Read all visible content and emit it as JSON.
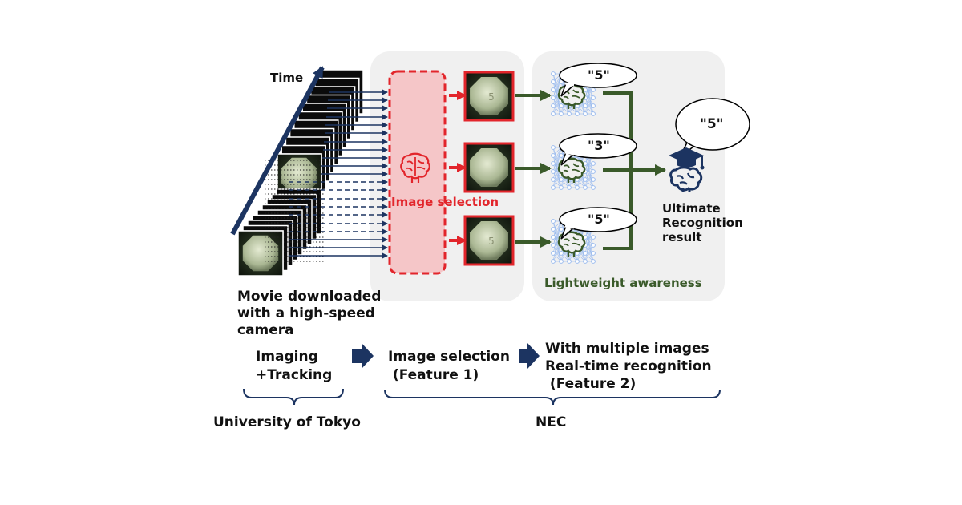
{
  "labels": {
    "time": "Time",
    "camera_caption_1": "Movie downloaded",
    "camera_caption_2": "with a high-speed",
    "camera_caption_3": "camera",
    "image_selection_box": "Image selection",
    "lightweight_awareness": "Lightweight awareness",
    "ultimate_1": "Ultimate",
    "ultimate_2": "Recognition",
    "ultimate_3": "result"
  },
  "speech_bubbles": [
    "\"5\"",
    "\"3\"",
    "\"5\""
  ],
  "final_result": "\"5\"",
  "die_face_numbers": [
    "5",
    "",
    "5"
  ],
  "steps": [
    {
      "line1": "Imaging",
      "line2": "+Tracking"
    },
    {
      "line1": "Image selection",
      "line2": " (Feature 1)"
    },
    {
      "line1": "With multiple images",
      "line2": "Real-time recognition",
      "line3": " (Feature 2)"
    }
  ],
  "organizations": {
    "left": "University of Tokyo",
    "right": "NEC"
  },
  "colors": {
    "navy": "#1c3461",
    "red": "#e2252b",
    "pink_fill": "#f5c6c8",
    "green": "#3a5a2a",
    "panel": "#f0f0f0",
    "die": "#c9d3b3",
    "brain_blue": "#9bbcef"
  }
}
